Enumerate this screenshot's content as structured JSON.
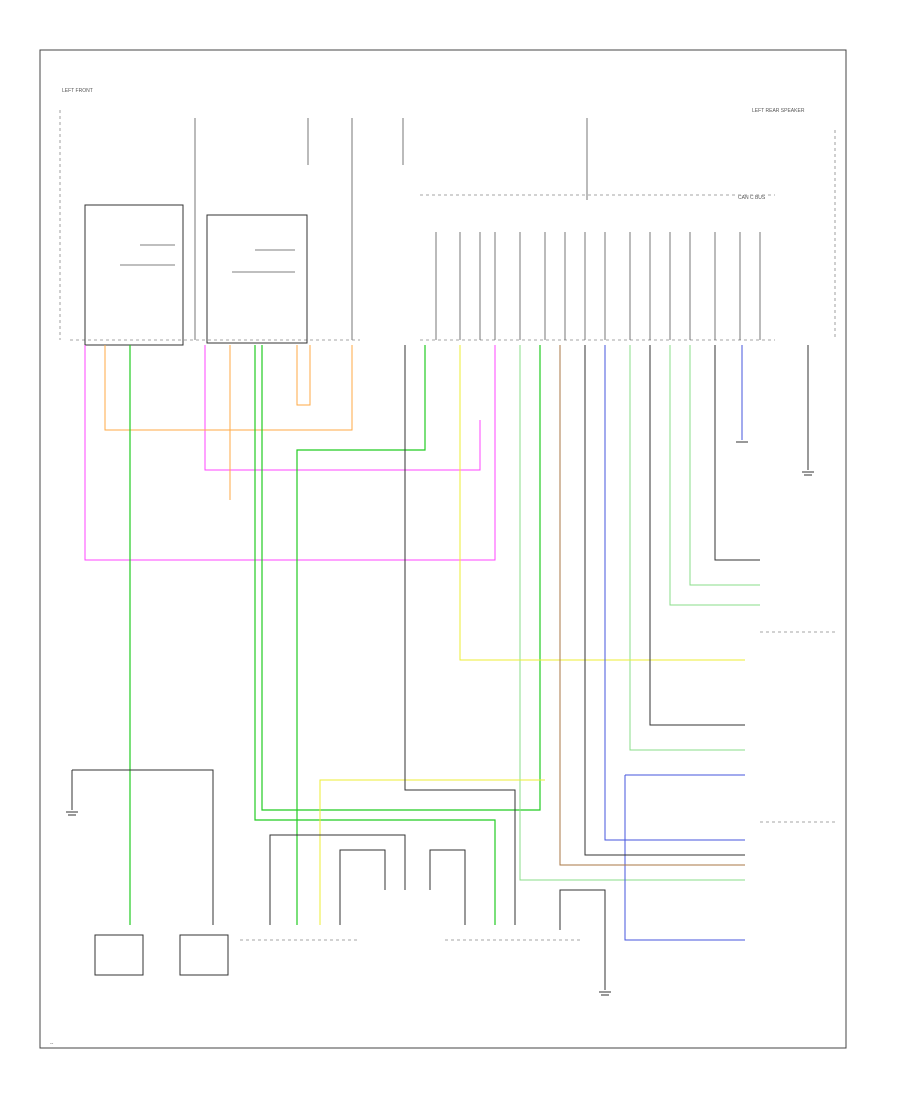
{
  "colors": {
    "black": "#333333",
    "green": "#22cc22",
    "light_green": "#88dd88",
    "pink": "#ff44ff",
    "orange": "#ffaa44",
    "yellow": "#eeee33",
    "blue": "#4455dd",
    "brown": "#aa7744",
    "light_blue": "#8888ee",
    "gray": "#999999"
  },
  "labels": {
    "top_left_block": "LEFT FRONT",
    "top_right_block": "LEFT REAR SPEAKER",
    "module_header": "CAN C BUS",
    "bottom_corner": "--"
  }
}
